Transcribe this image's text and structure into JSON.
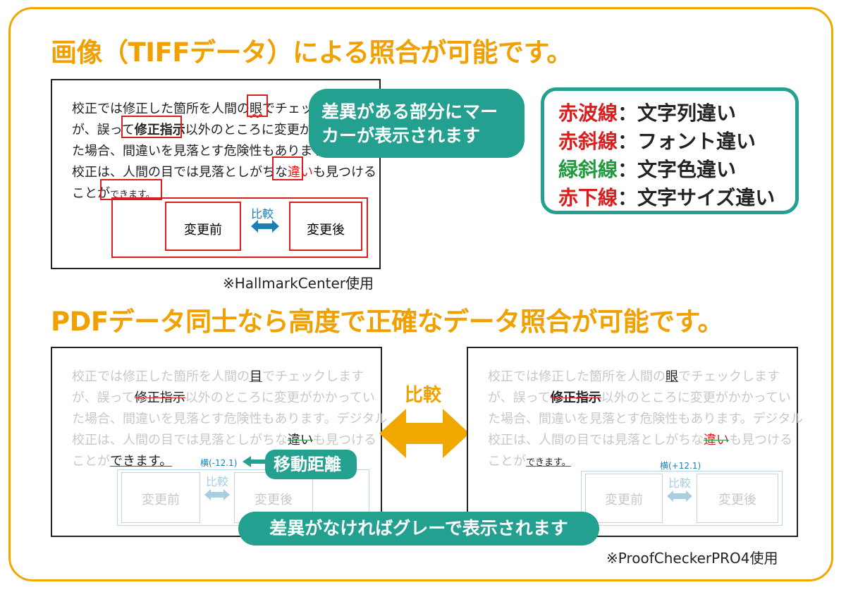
{
  "headings": {
    "top": "画像（TIFFデータ）による照合が可能です。",
    "bottom": "PDFデータ同士なら高度で正確なデータ照合が可能です。"
  },
  "tiff_doc": {
    "lines": [
      {
        "before": "校正では修正した箇所を人間の",
        "mark": "眼",
        "after": "でチェッ"
      },
      {
        "before": "が、誤って",
        "mark": "修正指示",
        "after": "以外のところに変更がか"
      },
      {
        "before": "た場合、間違いを見落とす危険性もあります。",
        "mark": "",
        "after": ""
      },
      {
        "before": "校正は、人間の目では見落としがちな",
        "mark": "違い",
        "after": "も見つける"
      },
      {
        "before": "ことが",
        "mark": "できます。",
        "after": ""
      }
    ],
    "box_left": "変更前",
    "box_center": "比較",
    "box_right": "変更後"
  },
  "bubble_marker": "差異がある部分にマーカーが表示されます",
  "legend": [
    {
      "term": "赤波線",
      "desc": "文字列違い",
      "color": "#d81e1e"
    },
    {
      "term": "赤斜線",
      "desc": "フォント違い",
      "color": "#d81e1e"
    },
    {
      "term": "緑斜線",
      "desc": "文字色違い",
      "color": "#1f9a3c"
    },
    {
      "term": "赤下線",
      "desc": "文字サイズ違い",
      "color": "#d81e1e"
    }
  ],
  "legend_sep": "：",
  "caption_tiff": "※HallmarkCenter使用",
  "pdf_left": {
    "lines": [
      {
        "before": "校正では修正した箇所を人間の",
        "mark": "目",
        "after": "でチェックします"
      },
      {
        "before": "が、誤って",
        "mark": "修正指示",
        "after": "以外のところに変更がかかってい"
      },
      {
        "before": "た場合、間違いを見落とす危険性もあります。デジタル",
        "mark": "",
        "after": ""
      },
      {
        "before": "校正は、人間の目では見落としがちな",
        "mark": "違い",
        "after": "も見つける"
      },
      {
        "before": "ことが",
        "mark": "できます。",
        "after": ""
      }
    ],
    "offset_label": "横(-12.1)",
    "box_left": "変更前",
    "box_center": "比較",
    "box_right": "変更後"
  },
  "pdf_right": {
    "lines": [
      {
        "before": "校正では修正した箇所を人間の",
        "mark": "眼",
        "after": "でチェックします"
      },
      {
        "before": "が、誤って",
        "mark": "修正指示",
        "after": "以外のところに変更がかかってい"
      },
      {
        "before": "た場合、間違いを見落とす危険性もあります。デジタル",
        "mark": "",
        "after": ""
      },
      {
        "before": "校正は、人間の目では見落としがちな",
        "mark": "違い",
        "after": "も見つける"
      },
      {
        "before": "ことが",
        "mark": "できます。",
        "after": ""
      }
    ],
    "offset_label": "横(+12.1)",
    "box_left": "変更前",
    "box_center": "比較",
    "box_right": "変更後"
  },
  "compare_label": "比較",
  "bubble_move": "移動距離",
  "bubble_gray": "差異がなければグレーで表示されます",
  "caption_pdf": "※ProofCheckerPRO4使用",
  "colors": {
    "orange": "#f0a000",
    "teal": "#23a090",
    "red": "#d81e1e",
    "blue": "#1a7fb5"
  }
}
